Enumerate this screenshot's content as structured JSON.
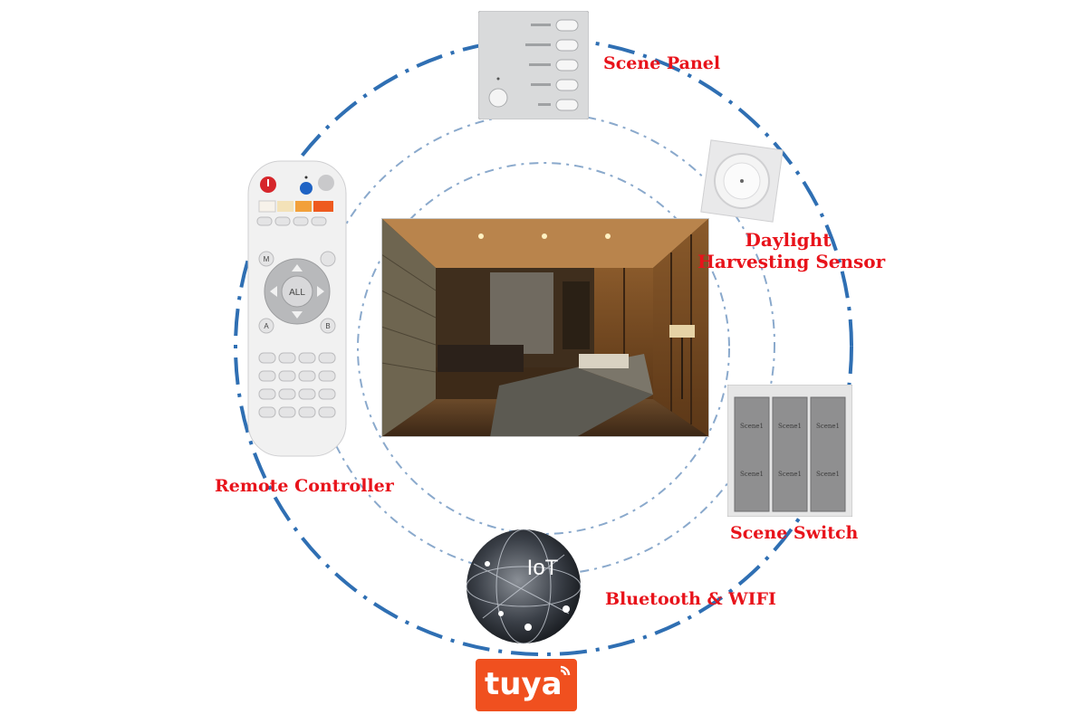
{
  "labels": {
    "scene_panel": "Scene Panel",
    "daylight_line1": "Daylight",
    "daylight_line2": "Harvesting Sensor",
    "remote_controller": "Remote Controller",
    "scene_switch": "Scene Switch",
    "bluetooth_wifi": "Bluetooth & WIFI"
  },
  "remote": {
    "center_button": "ALL",
    "m_key": "M",
    "a_key": "A",
    "b_key": "B"
  },
  "iot": {
    "text": "IoT"
  },
  "logo": {
    "text": "tuya"
  },
  "switch_button_text": "Scene1",
  "colors": {
    "label_red": "#e8131b",
    "outer_ring": "#2f6fb3",
    "inner_ring": "#5a8fc8",
    "tuya_orange": "#f0501f"
  }
}
